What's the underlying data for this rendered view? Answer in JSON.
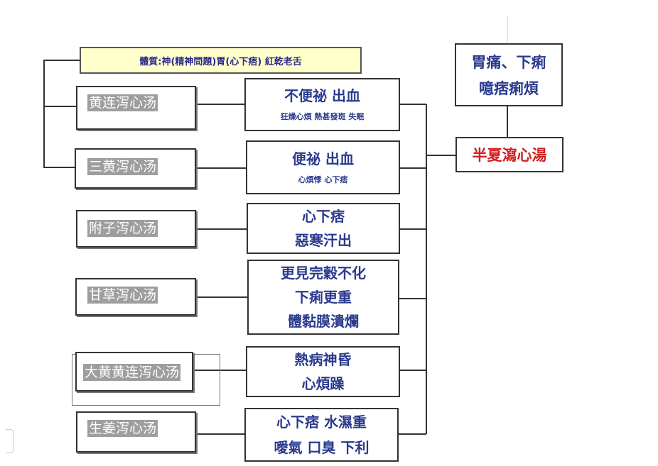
{
  "title": "體質:神(精神問題)胃(心下痞) 紅乾老舌",
  "main_formula": "半夏瀉心湯",
  "main_symptoms": [
    "胃痛、下痢",
    "噫痞痢煩"
  ],
  "formulas": [
    {
      "name": "黄连泻心汤",
      "symptoms": [
        "不便祕  出血"
      ],
      "details": "狂燥心煩 熱甚發斑 失眠"
    },
    {
      "name": "三黄泻心汤",
      "symptoms": [
        "便祕  出血"
      ],
      "details": "心煩悸 心下痞"
    },
    {
      "name": "附子泻心汤",
      "symptoms": [
        "心下痞",
        "惡寒汗出"
      ],
      "details": ""
    },
    {
      "name": "甘草泻心汤",
      "symptoms": [
        "更見完穀不化",
        "下痢更重",
        "體黏膜潰爛"
      ],
      "details": ""
    },
    {
      "name": "大黄黄连泻心汤",
      "symptoms": [
        "熱病神昏",
        "心煩躁"
      ],
      "details": ""
    },
    {
      "name": "生姜泻心汤",
      "symptoms": [
        "心下痞 水濕重",
        "噯氣 口臭 下利"
      ],
      "details": ""
    }
  ]
}
